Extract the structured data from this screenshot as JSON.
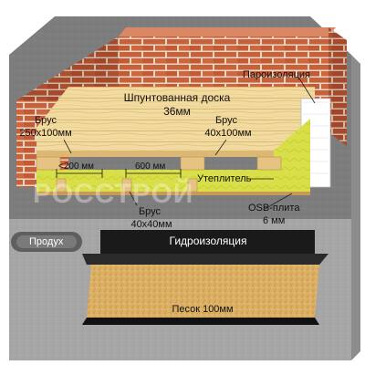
{
  "labels": {
    "vapor_barrier": "Пароизоляция",
    "tongue_board_line1": "Шпунтованная доска",
    "tongue_board_line2": "36мм",
    "beam_left_line1": "Брус",
    "beam_left_line2": "250х100мм",
    "beam_right_line1": "Брус",
    "beam_right_line2": "40х100мм",
    "spacing_small": "<200 мм",
    "spacing_large": "600 мм",
    "insulation": "Утеплитель",
    "beam_small_line1": "Брус",
    "beam_small_line2": "40х40мм",
    "osb_line1": "OSB-плита",
    "osb_line2": "6 мм",
    "vent": "Продух",
    "waterproofing": "Гидроизоляция",
    "sand": "Песок 100мм"
  },
  "watermark": "РОССТРОЙ",
  "colors": {
    "brick": "#c8603a",
    "mortar": "#e8d8c8",
    "wood": "#f0d79a",
    "insulation": "#d9e04a",
    "concrete": "#a9a9a9",
    "waterproofing": "#1a1a1a",
    "sand": "#d9ae5e"
  }
}
